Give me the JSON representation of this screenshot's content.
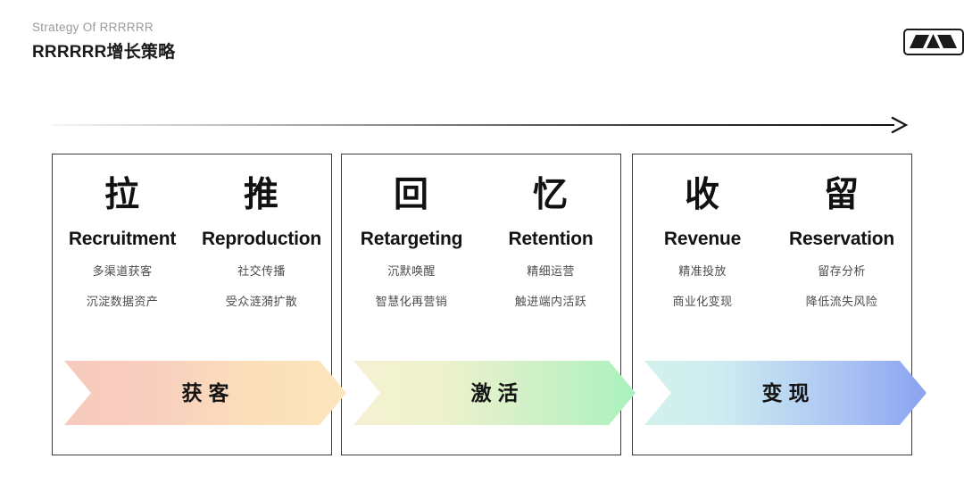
{
  "header": {
    "eyebrow": "Strategy Of RRRRRR",
    "title": "RRRRRR增长策略",
    "logo_name": "brand-logo"
  },
  "timeline": {
    "arrow_name": "progress-arrow"
  },
  "cards": [
    {
      "columns": [
        {
          "glyph": "拉",
          "english": "Recruitment",
          "points": [
            "多渠道获客",
            "沉淀数据资产"
          ]
        },
        {
          "glyph": "推",
          "english": "Reproduction",
          "points": [
            "社交传播",
            "受众涟漪扩散"
          ]
        }
      ],
      "banner": {
        "label": "获客",
        "gradient_from": "#f7c9be",
        "gradient_to": "#fce6bc"
      }
    },
    {
      "columns": [
        {
          "glyph": "回",
          "english": "Retargeting",
          "points": [
            "沉默唤醒",
            "智慧化再营销"
          ]
        },
        {
          "glyph": "忆",
          "english": "Retention",
          "points": [
            "精细运营",
            "触进端内活跃"
          ]
        }
      ],
      "banner": {
        "label": "激活",
        "gradient_from": "#f4f1d2",
        "gradient_to": "#a9f2bd"
      }
    },
    {
      "columns": [
        {
          "glyph": "收",
          "english": "Revenue",
          "points": [
            "精准投放",
            "商业化变现"
          ]
        },
        {
          "glyph": "留",
          "english": "Reservation",
          "points": [
            "留存分析",
            "降低流失风险"
          ]
        }
      ],
      "banner": {
        "label": "变现",
        "gradient_from": "#d3f2ec",
        "gradient_to": "#8aa2f0"
      }
    }
  ]
}
